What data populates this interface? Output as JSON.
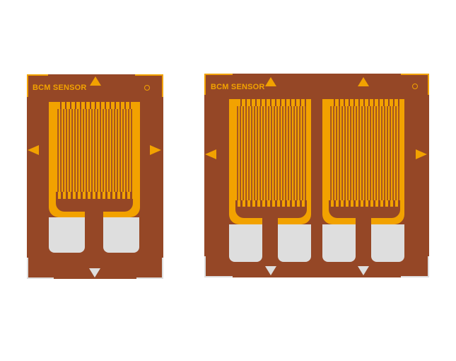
{
  "figure": {
    "description": "Two foil strain gauges: single-grid (left) and dual-grid (right)",
    "colors": {
      "backing": "#954726",
      "foil": "#f2a200",
      "solder_pad": "#dedede",
      "background": "#ffffff"
    }
  },
  "gauges": [
    {
      "label": "BCM SENSOR",
      "type": "single-grid",
      "grid_count": 1,
      "pad_count": 2,
      "markers": [
        "alignment-triangle-top",
        "alignment-triangle-left",
        "alignment-triangle-right",
        "alignment-triangle-bottom",
        "orientation-circle"
      ]
    },
    {
      "label": "BCM SENSOR",
      "type": "dual-grid",
      "grid_count": 2,
      "pad_count": 4,
      "markers": [
        "alignment-triangle-top-1",
        "alignment-triangle-top-2",
        "alignment-triangle-left",
        "alignment-triangle-right",
        "alignment-triangle-bottom-1",
        "alignment-triangle-bottom-2",
        "orientation-circle"
      ]
    }
  ]
}
